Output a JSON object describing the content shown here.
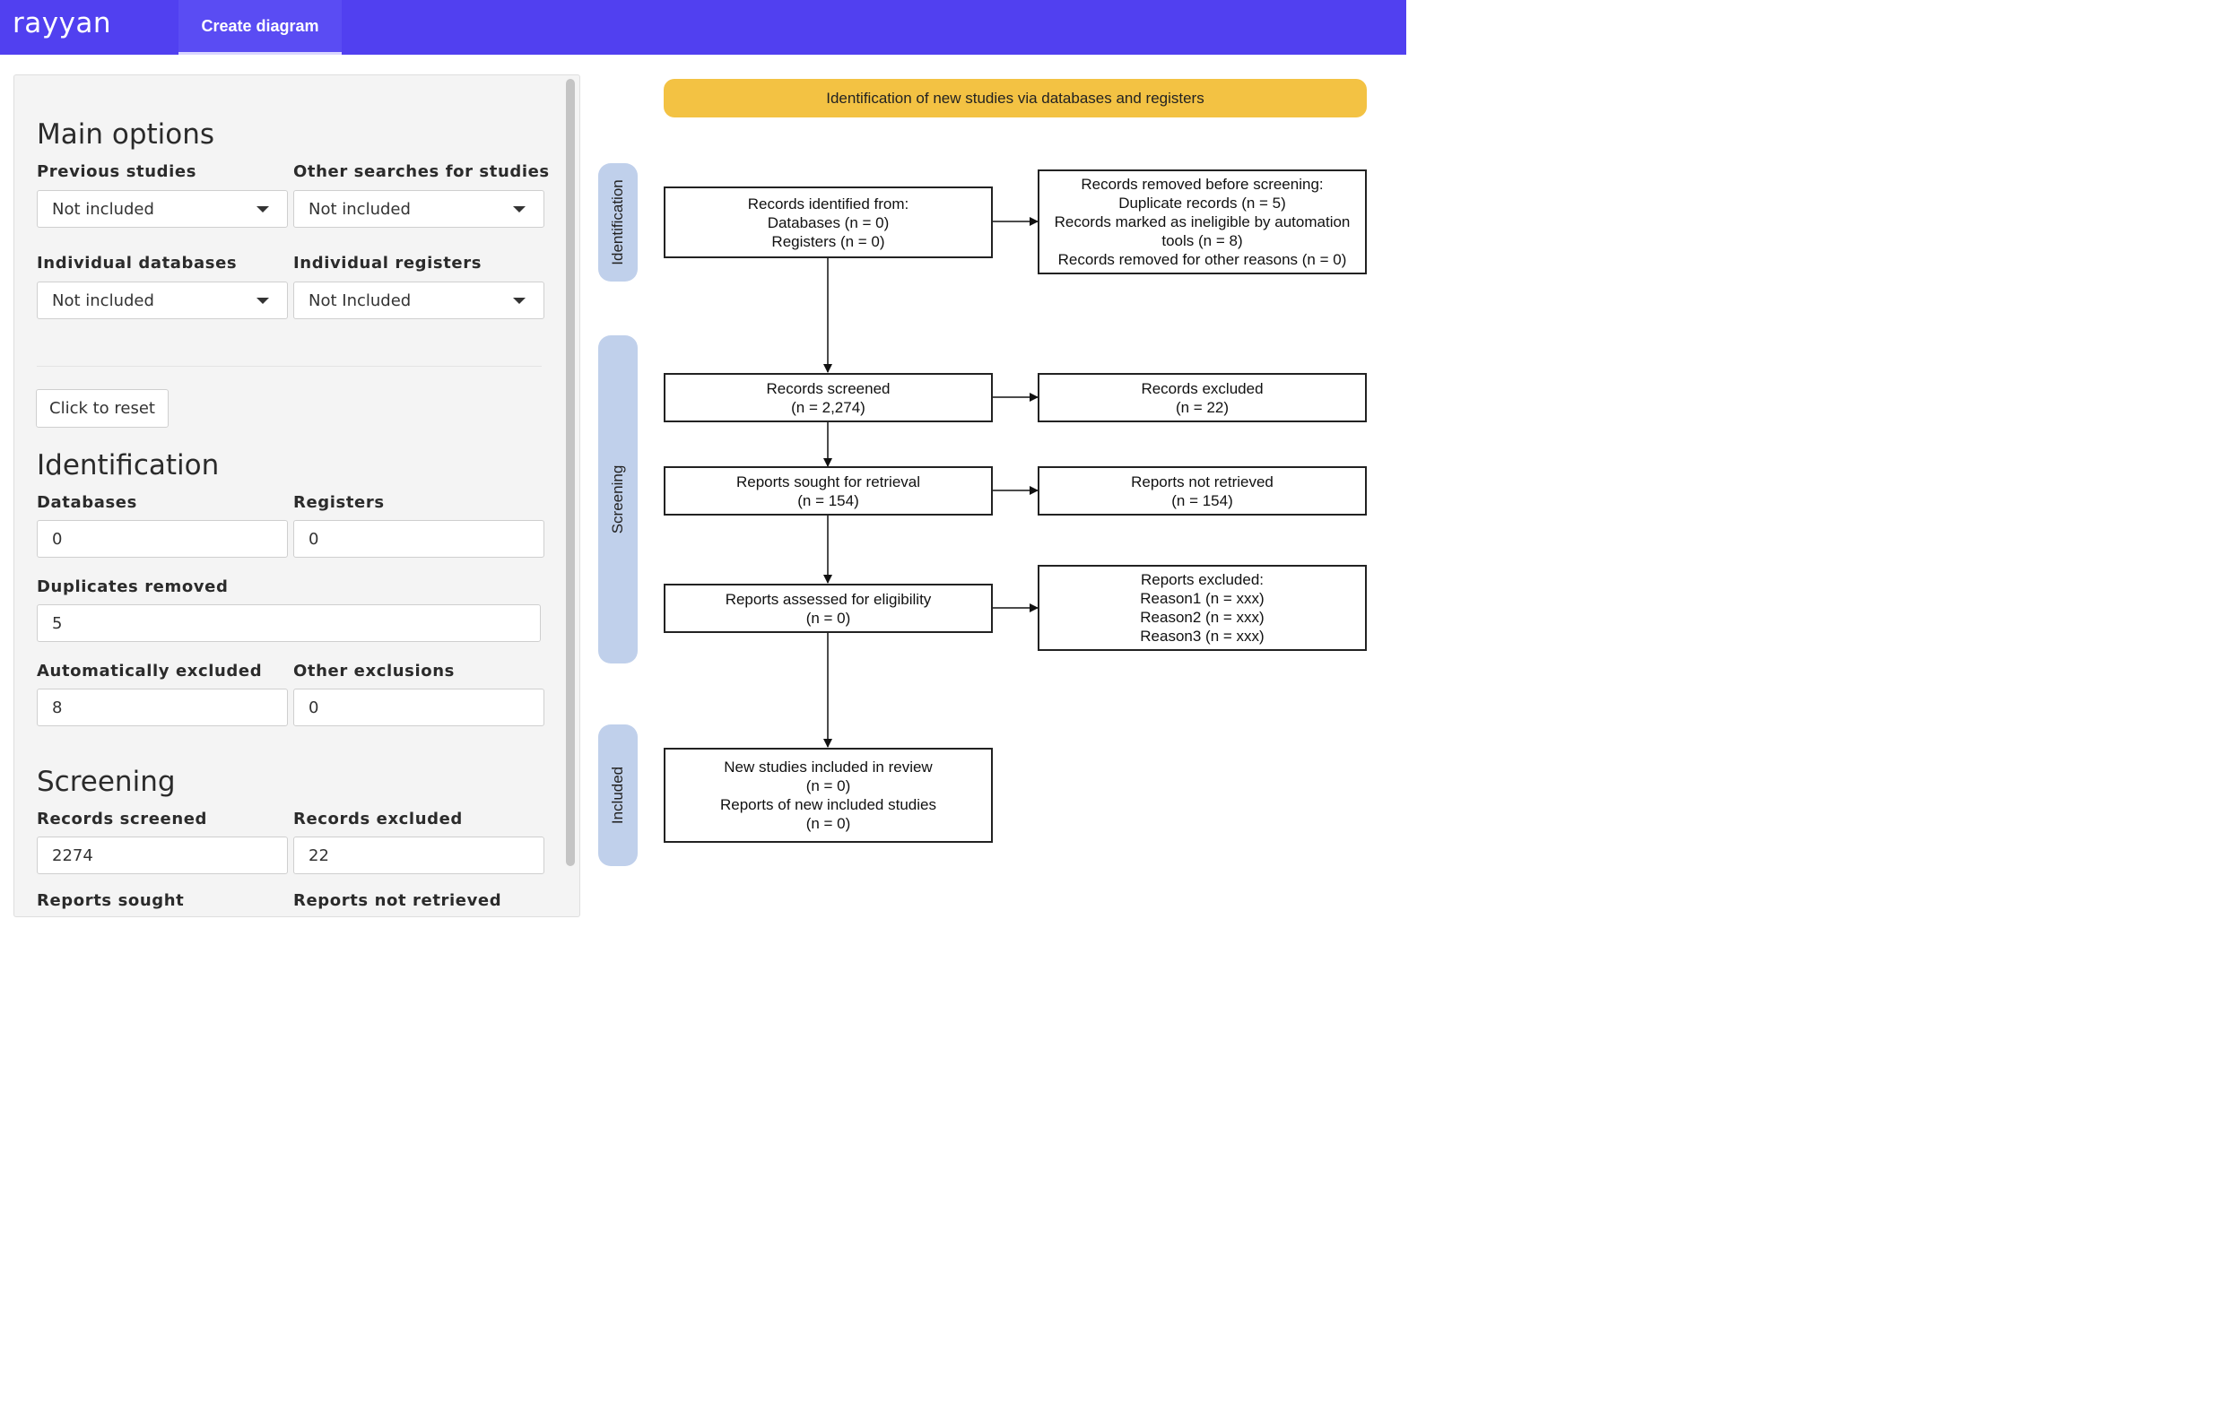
{
  "app": {
    "logo": "rayyan",
    "active_tab": "Create diagram"
  },
  "panel": {
    "main_options": {
      "heading": "Main options",
      "previous_studies": {
        "label": "Previous studies",
        "value": "Not included"
      },
      "other_searches": {
        "label": "Other searches for studies",
        "value": "Not included"
      },
      "individual_databases": {
        "label": "Individual databases",
        "value": "Not included"
      },
      "individual_registers": {
        "label": "Individual registers",
        "value": "Not Included"
      },
      "reset_label": "Click to reset"
    },
    "identification": {
      "heading": "Identification",
      "databases": {
        "label": "Databases",
        "value": "0"
      },
      "registers": {
        "label": "Registers",
        "value": "0"
      },
      "duplicates": {
        "label": "Duplicates removed",
        "value": "5"
      },
      "auto_excluded": {
        "label": "Automatically excluded",
        "value": "8"
      },
      "other_exclusions": {
        "label": "Other exclusions",
        "value": "0"
      }
    },
    "screening": {
      "heading": "Screening",
      "records_screened": {
        "label": "Records screened",
        "value": "2274"
      },
      "records_excluded": {
        "label": "Records excluded",
        "value": "22"
      },
      "reports_sought": {
        "label": "Reports sought"
      },
      "reports_not_retrieved": {
        "label": "Reports not retrieved"
      }
    }
  },
  "diagram": {
    "banner": "Identification of new studies via databases and registers",
    "phases": {
      "identification": "Identification",
      "screening": "Screening",
      "included": "Included"
    },
    "identified": [
      "Records identified from:",
      "Databases (n = 0)",
      "Registers (n = 0)"
    ],
    "removed": [
      "Records removed before screening:",
      "Duplicate records (n = 5)",
      "Records marked as ineligible by automation",
      "tools (n = 8)",
      "Records removed for other reasons (n = 0)"
    ],
    "screened": [
      "Records screened",
      "(n = 2,274)"
    ],
    "excluded": [
      "Records excluded",
      "(n = 22)"
    ],
    "sought": [
      "Reports sought for retrieval",
      "(n = 154)"
    ],
    "not_retrieved": [
      "Reports not retrieved",
      "(n = 154)"
    ],
    "assessed": [
      "Reports assessed for eligibility",
      "(n = 0)"
    ],
    "reports_excluded": [
      "Reports excluded:",
      "Reason1 (n =  xxx)",
      "Reason2 (n =  xxx)",
      "Reason3 (n =  xxx)"
    ],
    "included": [
      "New studies included in review",
      "(n = 0)",
      "Reports of new included studies",
      "(n = 0)"
    ]
  }
}
